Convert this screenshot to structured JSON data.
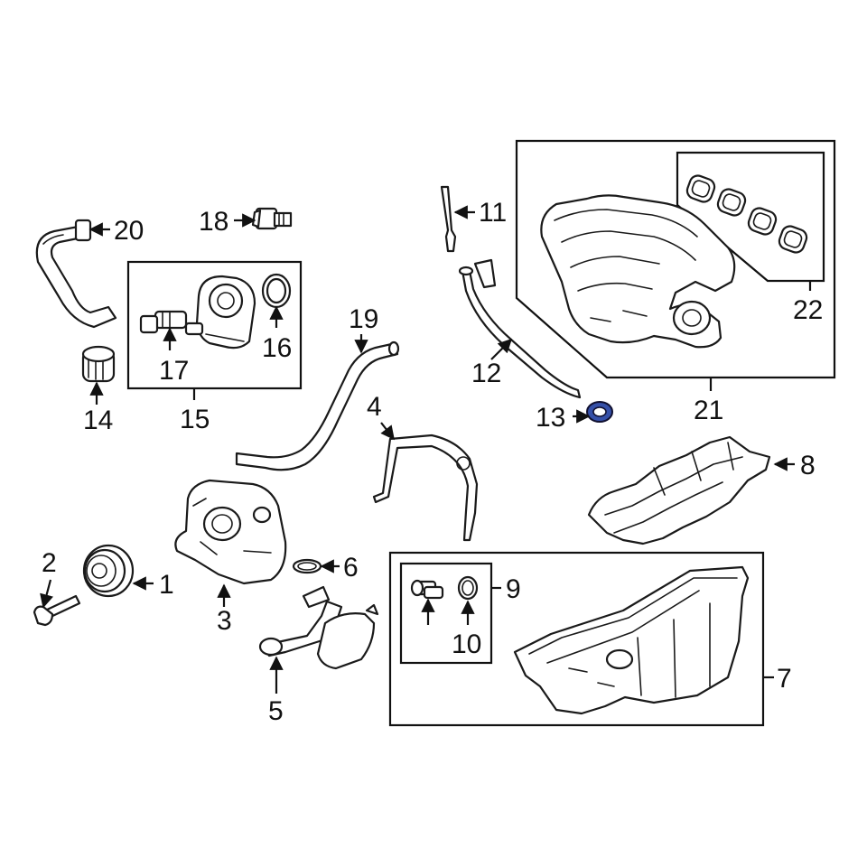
{
  "callouts": {
    "c1": "1",
    "c2": "2",
    "c3": "3",
    "c4": "4",
    "c5": "5",
    "c6": "6",
    "c7": "7",
    "c8": "8",
    "c9": "9",
    "c10": "10",
    "c11": "11",
    "c12": "12",
    "c13": "13",
    "c14": "14",
    "c15": "15",
    "c16": "16",
    "c17": "17",
    "c18": "18",
    "c19": "19",
    "c20": "20",
    "c21": "21",
    "c22": "22"
  },
  "colors": {
    "highlight_part": "#3550a8",
    "line": "#1a1a1a",
    "background": "#ffffff"
  },
  "highlighted_callout": "13"
}
